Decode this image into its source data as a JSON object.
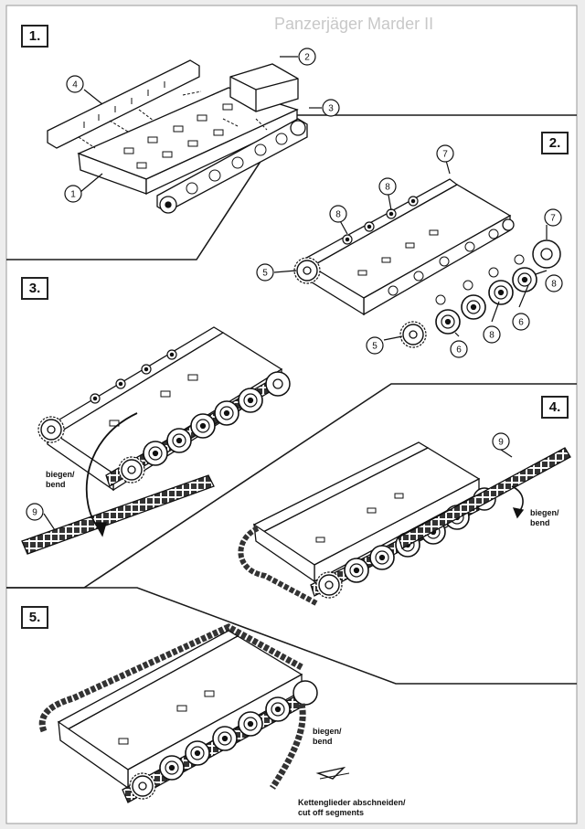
{
  "steps": [
    "1.",
    "2.",
    "3.",
    "4.",
    "5."
  ],
  "part_numbers": [
    "1",
    "2",
    "3",
    "4",
    "5",
    "6",
    "7",
    "8",
    "9"
  ],
  "header_text": "Panzerjäger Marder II",
  "notes": {
    "bend_de": "biegen/",
    "bend_en": "bend",
    "cut_de": "Kettenglieder abschneiden/",
    "cut_en": "cut off segments"
  },
  "colors": {
    "ink": "#1a1a1a",
    "paper": "#ffffff",
    "background": "#ededed"
  }
}
